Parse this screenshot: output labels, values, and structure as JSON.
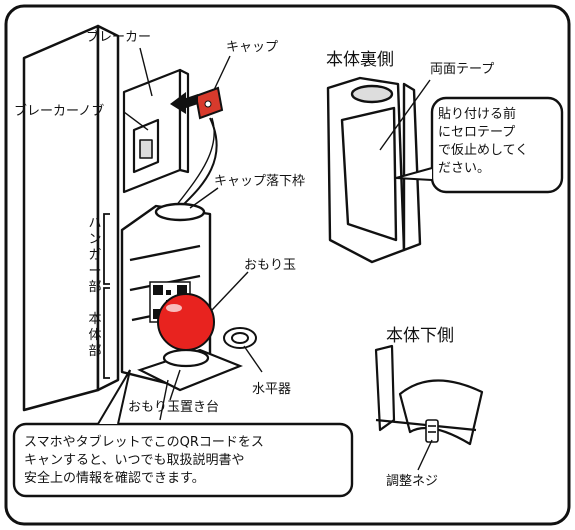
{
  "labels": {
    "breaker": "ブレーカー",
    "breaker_knob": "ブレーカーノブ",
    "cap": "キャップ",
    "cap_drop_frame": "キャップ落下枠",
    "hanger_part": "ハンガー部",
    "body_part": "本体部",
    "weight_ball": "おもり玉",
    "weight_stand": "おもり玉置き台",
    "level": "水平器",
    "body_back": "本体裏側",
    "double_tape": "両面テープ",
    "body_bottom": "本体下側",
    "adjust_screw": "調整ネジ"
  },
  "hanger_chars": [
    "ハ",
    "ン",
    "ガ",
    "ー",
    "部"
  ],
  "body_chars": [
    "本",
    "体",
    "部"
  ],
  "tape_note_lines": [
    "貼り付ける前",
    "にセロテープ",
    "で仮止めしてく",
    "ださい。"
  ],
  "qr_note_lines": [
    "スマホやタブレットでこのQRコードをス",
    "キャンすると、いつでも取扱説明書や",
    "安全上の情報を確認できます。"
  ],
  "colors": {
    "cap": "#d83a2c",
    "ball": "#e8231f",
    "line": "#111111"
  }
}
